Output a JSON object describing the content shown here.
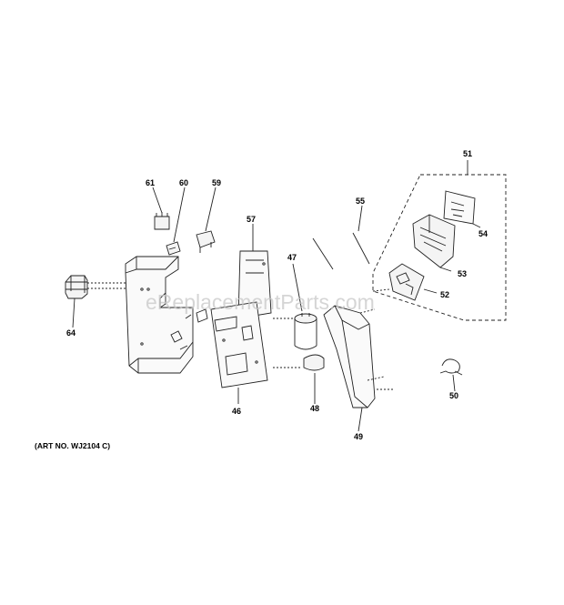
{
  "diagram": {
    "art_no": "(ART NO. WJ2104 C)",
    "watermark": "eReplacementParts.com",
    "part_labels": {
      "p46": "46",
      "p47": "47",
      "p48": "48",
      "p49": "49",
      "p50": "50",
      "p51": "51",
      "p52": "52",
      "p53": "53",
      "p54": "54",
      "p55": "55",
      "p57": "57",
      "p59": "59",
      "p60": "60",
      "p61": "61",
      "p64": "64"
    }
  }
}
